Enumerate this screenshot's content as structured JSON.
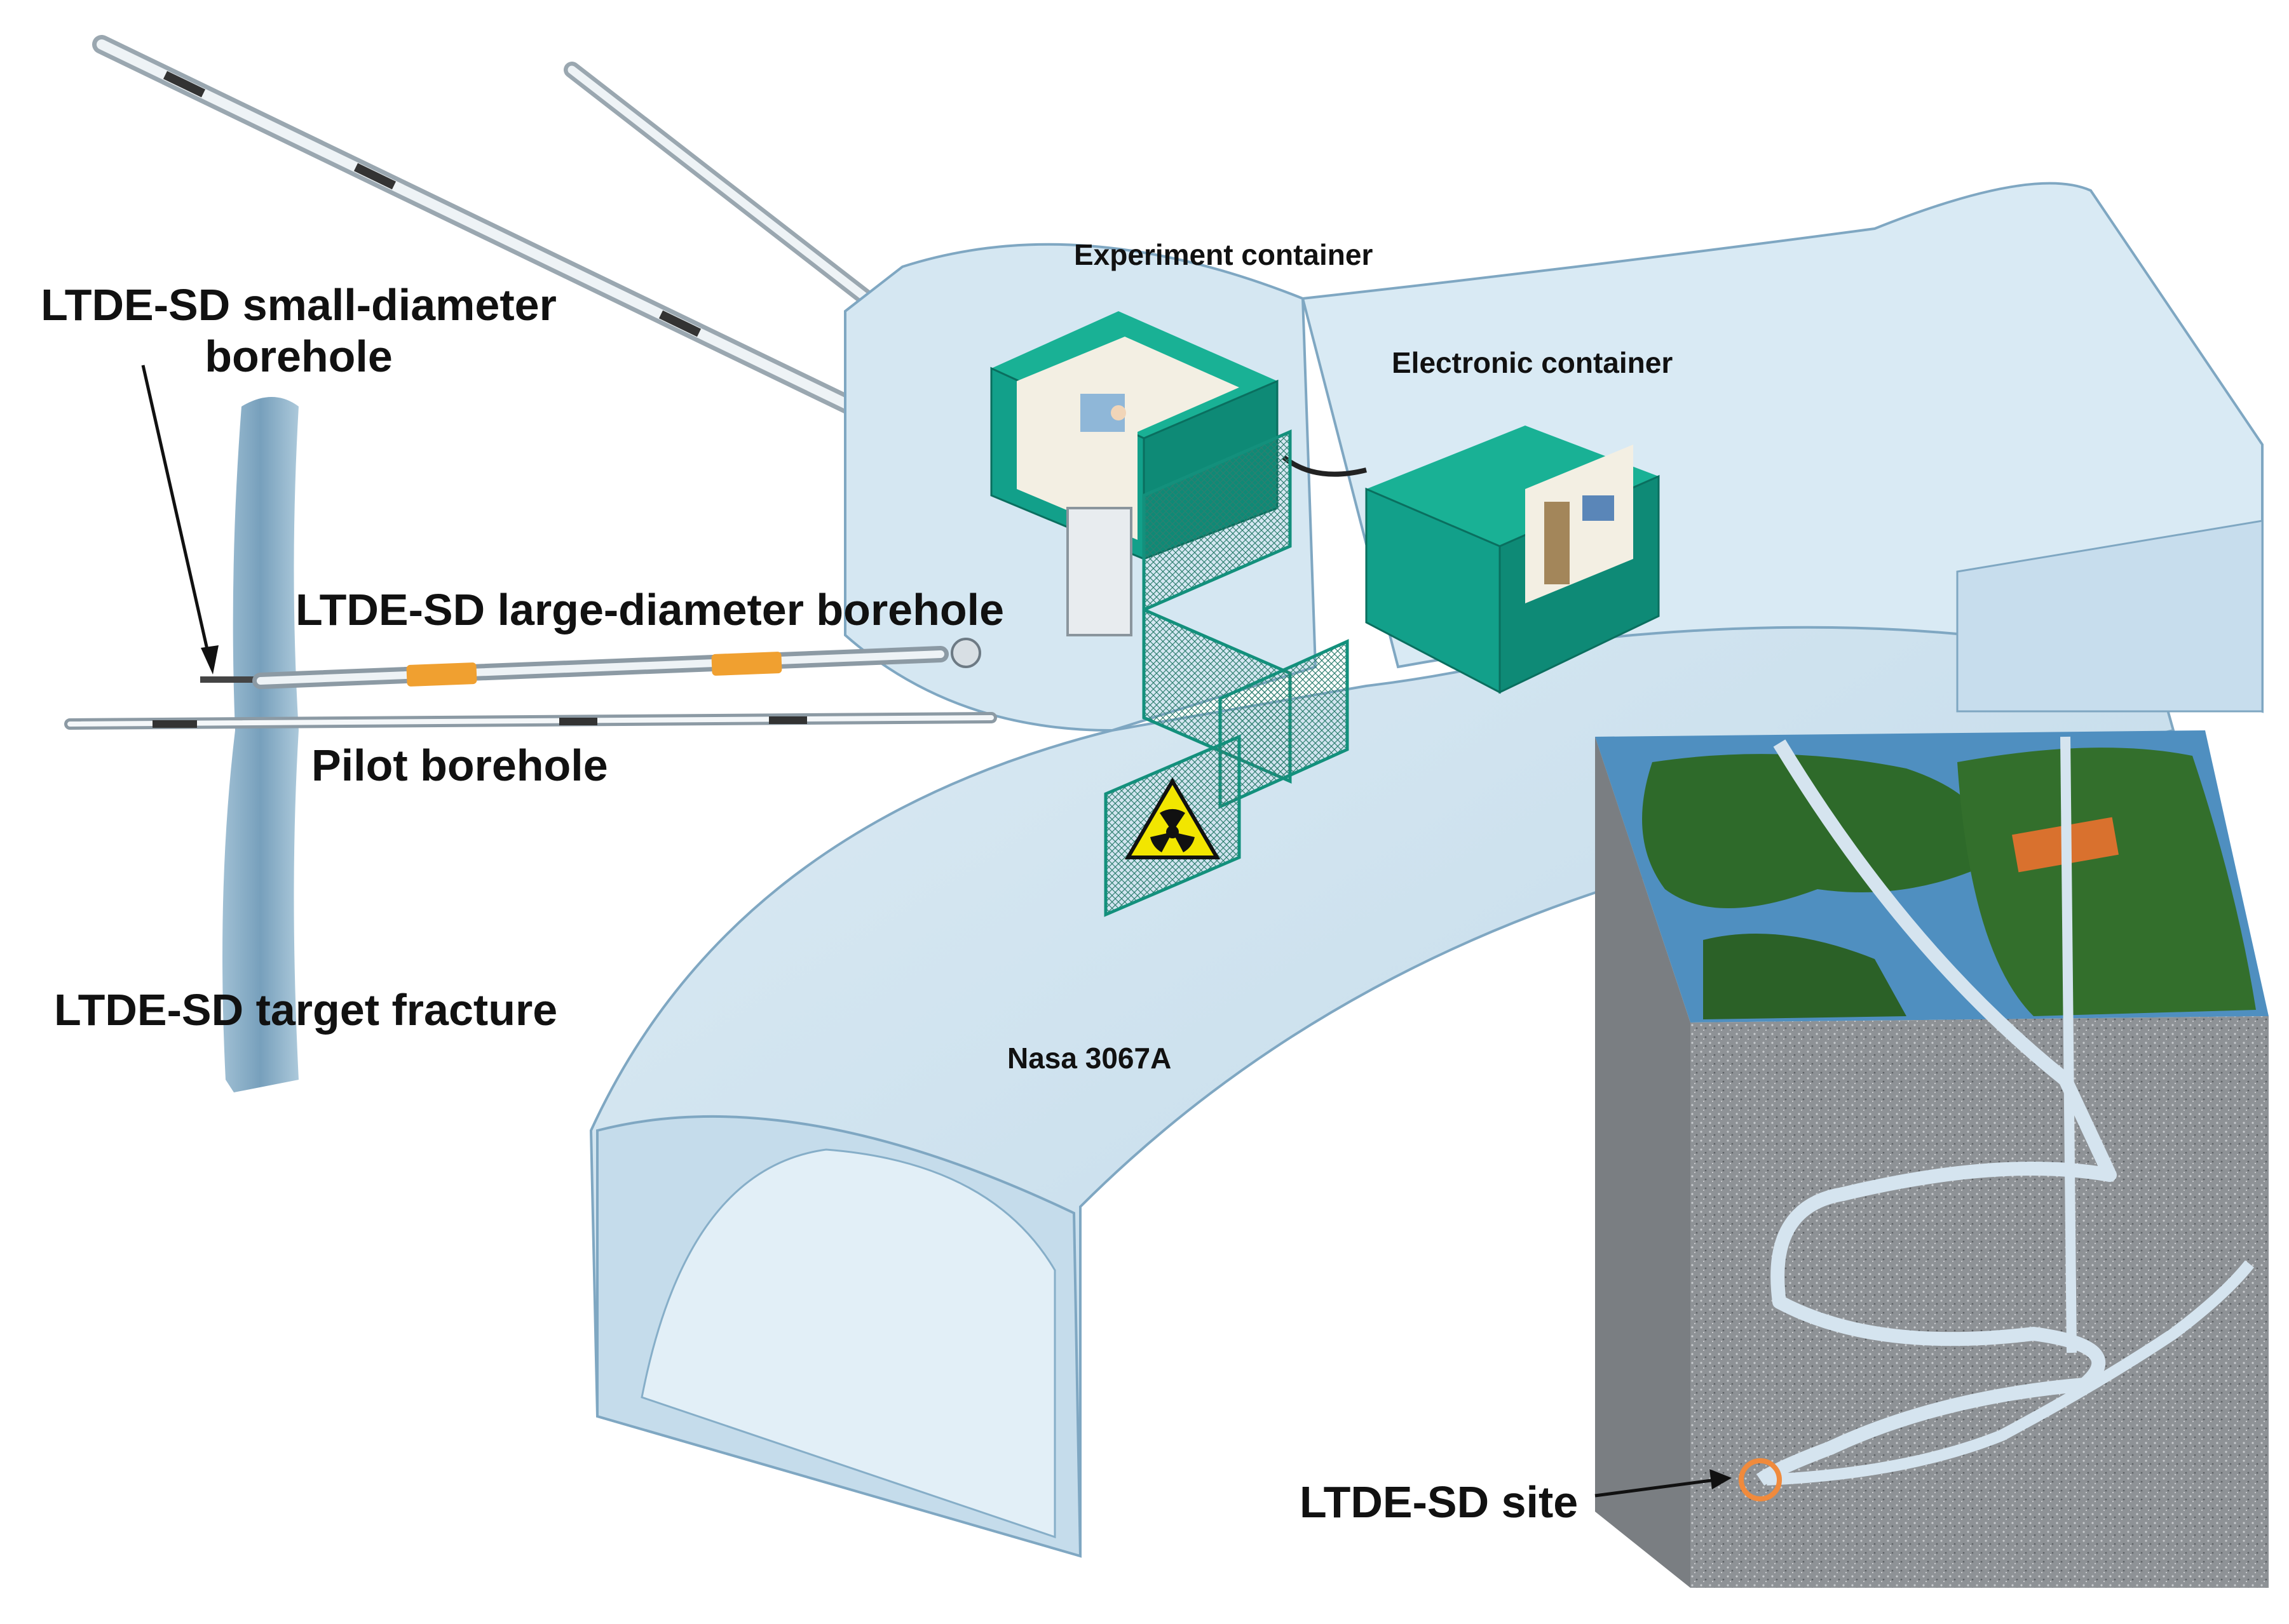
{
  "labels": {
    "small_borehole_line1": "LTDE-SD small-diameter",
    "small_borehole_line2": "borehole",
    "large_borehole": "LTDE-SD large-diameter borehole",
    "pilot_borehole": "Pilot borehole",
    "target_fracture": "LTDE-SD target fracture",
    "experiment_container": "Experiment container",
    "electronic_container": "Electronic container",
    "tunnel_name": "Nasa 3067A",
    "site": "LTDE-SD site"
  },
  "colors": {
    "tunnel_fill": "#cfe3ef",
    "tunnel_edge": "#7fa7c2",
    "container_green": "#12a08a",
    "rock_gray": "#8e9296",
    "water_blue": "#4f8fc0",
    "forest_green": "#2e6a2a",
    "borehole_orange": "#f0a030",
    "site_marker": "#f08a3c",
    "hazard_yellow": "#f2e600"
  }
}
